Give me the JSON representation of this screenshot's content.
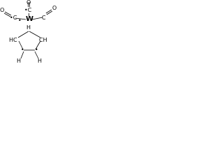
{
  "molecule": {
    "atoms": {
      "top_carbonyl": "•C",
      "top_oxygen": "O",
      "left_carbonyl": "•C",
      "left_oxygen": "O",
      "right_carbonyl": "C",
      "right_oxygen": "O",
      "metal": "W",
      "radical_dot": "•",
      "ring_top_h": "H",
      "ring_left_ch": "HC",
      "ring_right_ch": "CH",
      "ring_bottom_left_ch": "•",
      "ring_bottom_right_ch": "•",
      "ring_bottom_left_h": "H",
      "ring_bottom_right_h": "H"
    }
  }
}
